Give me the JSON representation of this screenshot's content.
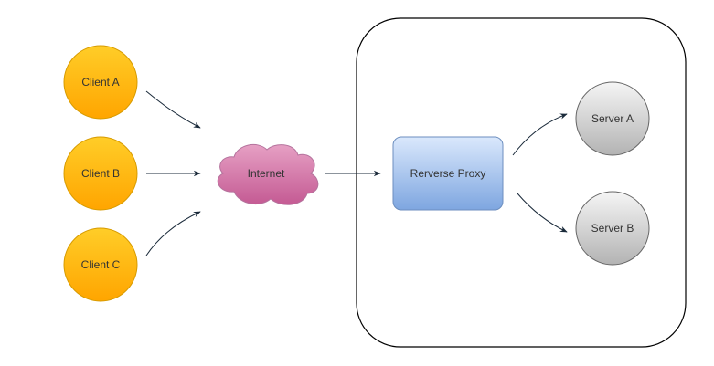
{
  "diagram": {
    "clients": [
      {
        "label": "Client A"
      },
      {
        "label": "Client B"
      },
      {
        "label": "Client C"
      }
    ],
    "internet": {
      "label": "Internet"
    },
    "proxy": {
      "label": "Rerverse Proxy"
    },
    "servers": [
      {
        "label": "Server A"
      },
      {
        "label": "Server B"
      }
    ]
  },
  "colors": {
    "client_fill": "#ffcd28",
    "client_stroke": "#d79b00",
    "internet_fill": "#e6a0c4",
    "internet_stroke": "#b5739d",
    "proxy_fill_top": "#dae8fc",
    "proxy_fill_bottom": "#7ea6e0",
    "proxy_stroke": "#6c8ebf",
    "server_fill_top": "#f5f5f5",
    "server_fill_bottom": "#b3b3b3",
    "server_stroke": "#666666",
    "arrow": "#1a2a3a"
  }
}
